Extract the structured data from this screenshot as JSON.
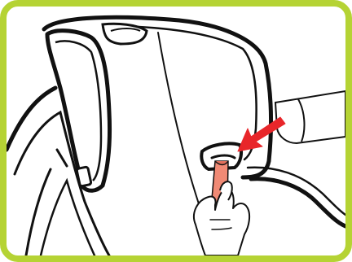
{
  "illustration": {
    "subject": "child-car-seat-harness-adjustment",
    "colors": {
      "frame_border": "#b5d334",
      "line_art": "#111111",
      "background": "#ffffff",
      "strap": "#f08a75",
      "arrow": "#e8262a"
    },
    "icons": [
      "car-seat",
      "harness-strap",
      "hand",
      "arrow"
    ]
  }
}
